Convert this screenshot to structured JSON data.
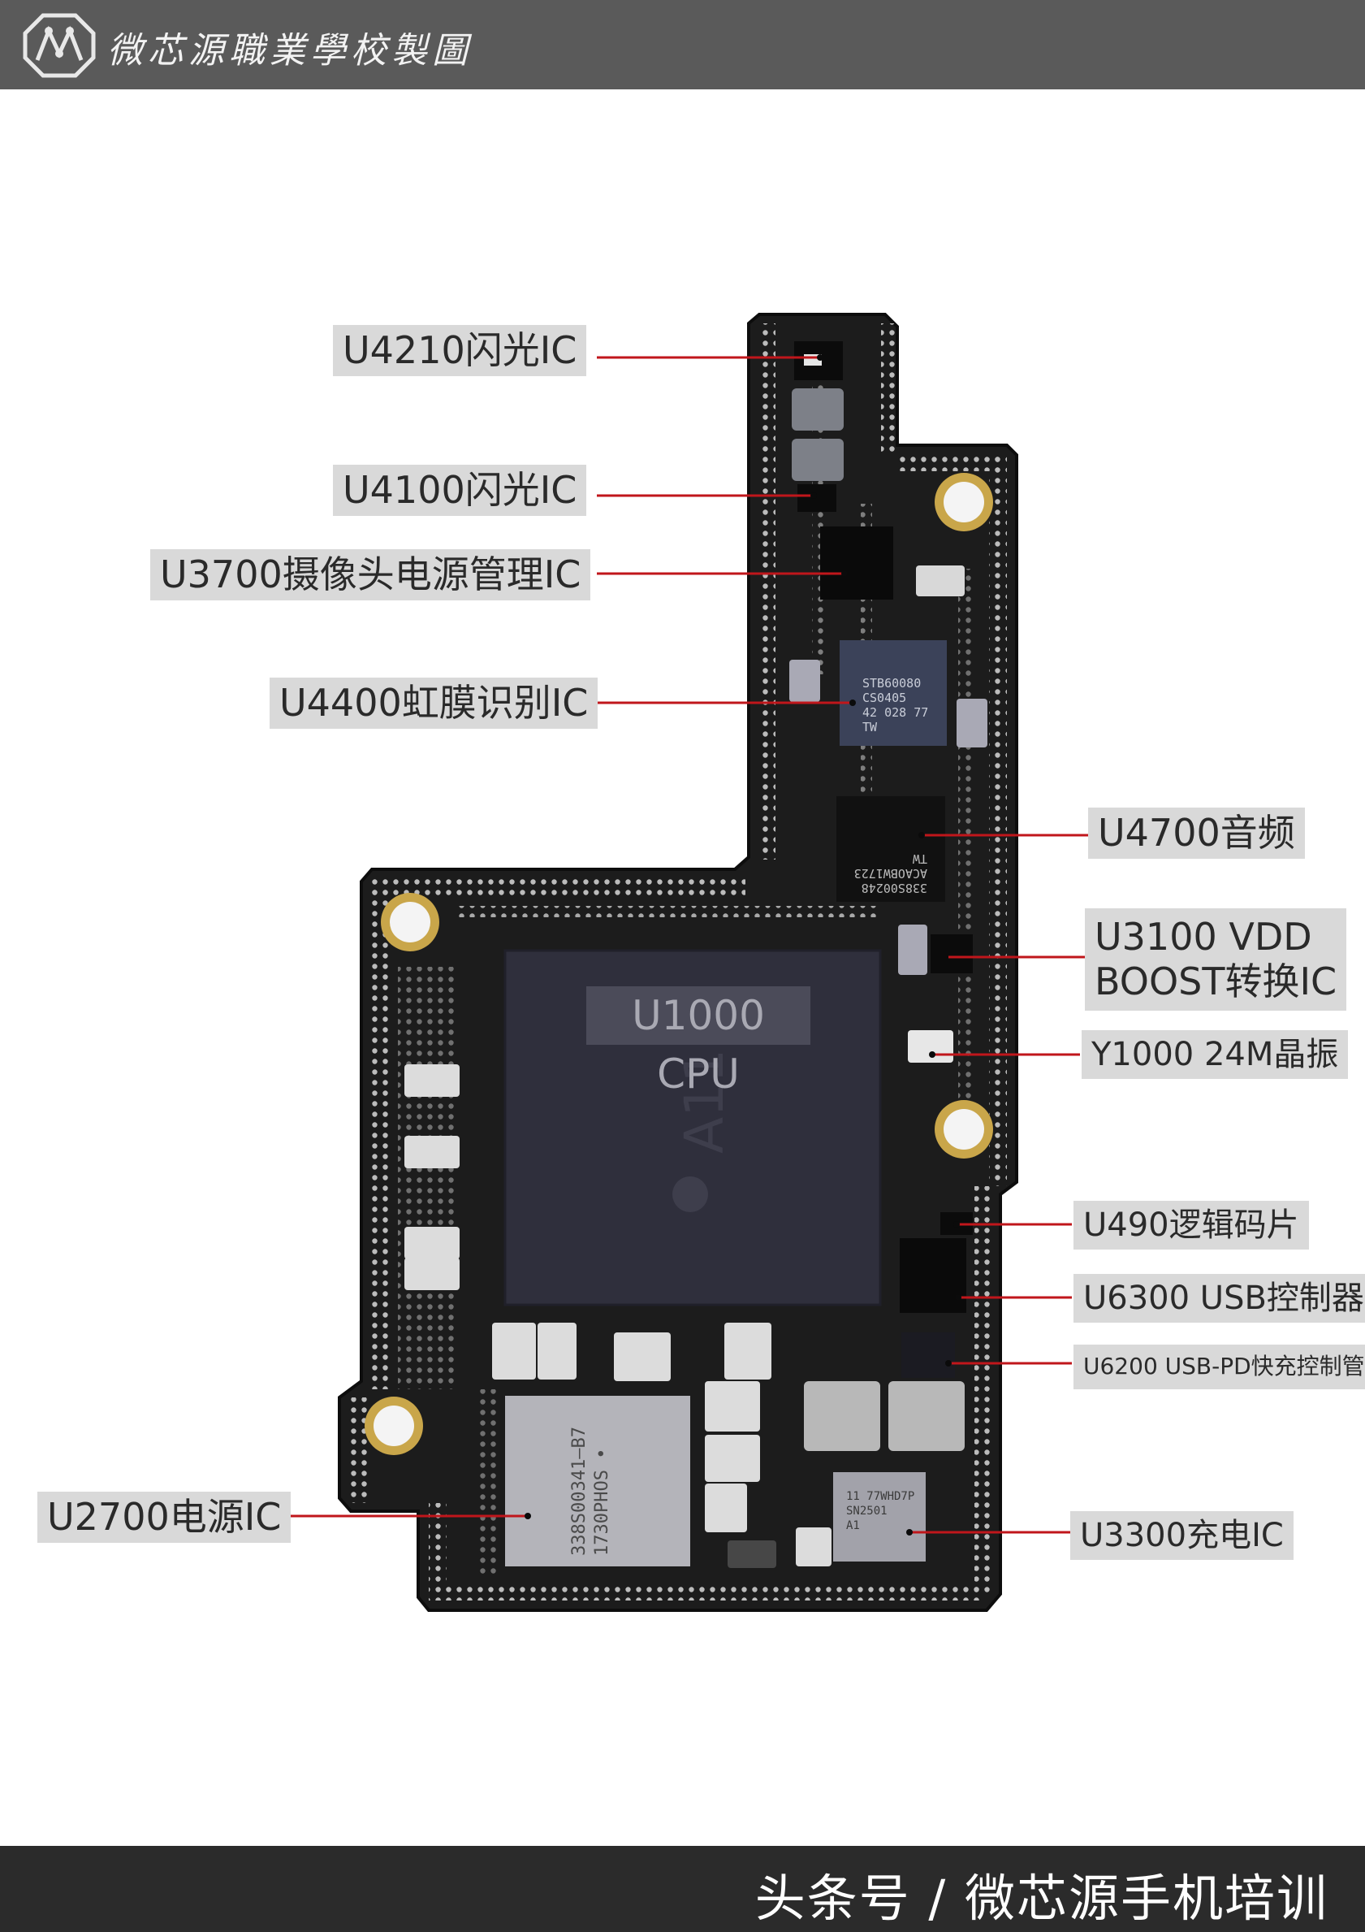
{
  "header": {
    "title": "微芯源職業學校製圖",
    "colors": {
      "bar": "#5a5a5a"
    }
  },
  "footer": {
    "text": "头条号 / 微芯源手机培训",
    "colors": {
      "bar": "#2b2b2b"
    }
  },
  "cpu": {
    "label": "U1000 CPU",
    "chip_marking": "A11"
  },
  "chip_markings": {
    "u4400": [
      "STB60080",
      "CS0405",
      "42 028 77",
      "TW"
    ],
    "u4700": [
      "338S00248",
      "ACAOBW1723",
      "TW"
    ],
    "u2700": [
      "338S00341—B7",
      "1730PHOS •"
    ],
    "u3300": [
      "11 77WHD7P",
      "SN2501",
      "A1"
    ]
  },
  "labels": [
    {
      "id": "u4210",
      "text": "U4210闪光IC"
    },
    {
      "id": "u4100",
      "text": "U4100闪光IC"
    },
    {
      "id": "u3700",
      "text": "U3700摄像头电源管理IC"
    },
    {
      "id": "u4400",
      "text": "U4400虹膜识别IC"
    },
    {
      "id": "u4700",
      "text": "U4700音频"
    },
    {
      "id": "u3100",
      "lines": [
        "U3100 VDD",
        "BOOST转换IC"
      ]
    },
    {
      "id": "y1000",
      "text": "Y1000 24M晶振"
    },
    {
      "id": "u490",
      "text": "U490逻辑码片"
    },
    {
      "id": "u6300",
      "text": "U6300 USB控制器"
    },
    {
      "id": "u6200",
      "text": "U6200 USB-PD快充控制管"
    },
    {
      "id": "u2700",
      "text": "U2700电源IC"
    },
    {
      "id": "u3300",
      "text": "U3300充电IC"
    }
  ],
  "colors": {
    "leader_line": "#c0161b",
    "board": "#1e1e1e",
    "label_bg": "#d9d9d9",
    "cpu_die": "#2f2f3c"
  }
}
